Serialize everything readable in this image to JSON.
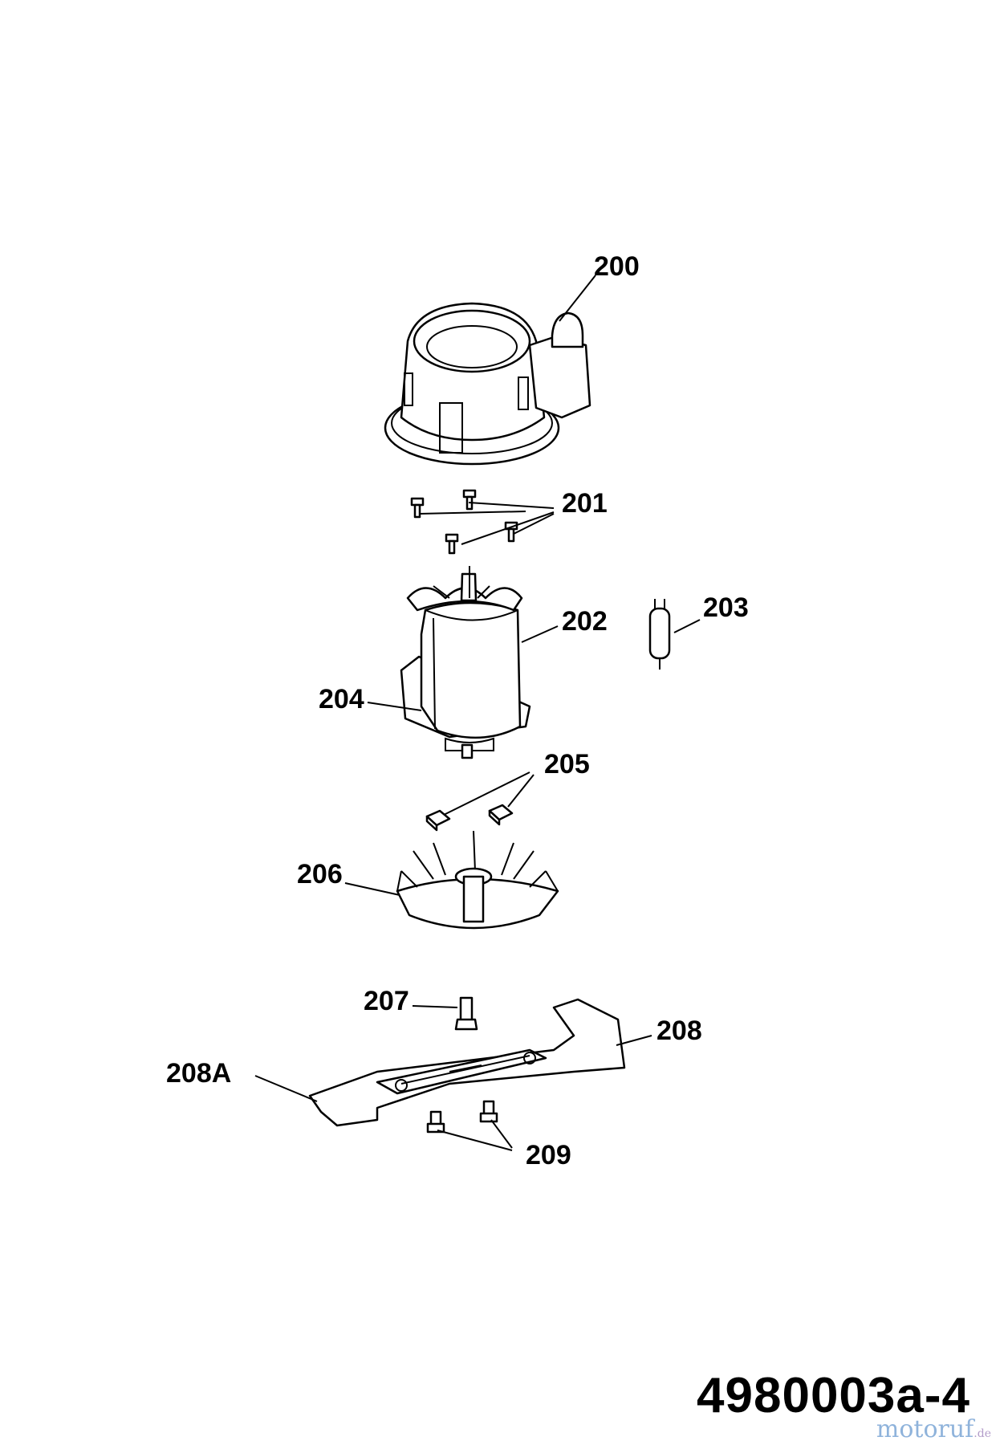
{
  "callouts": {
    "c200": "200",
    "c201": "201",
    "c202": "202",
    "c203": "203",
    "c204": "204",
    "c205": "205",
    "c206": "206",
    "c207": "207",
    "c208": "208",
    "c208a": "208A",
    "c209": "209"
  },
  "drawing_number": "4980003a-4",
  "watermark": {
    "brand": "motoruf",
    "tld": ".de"
  }
}
